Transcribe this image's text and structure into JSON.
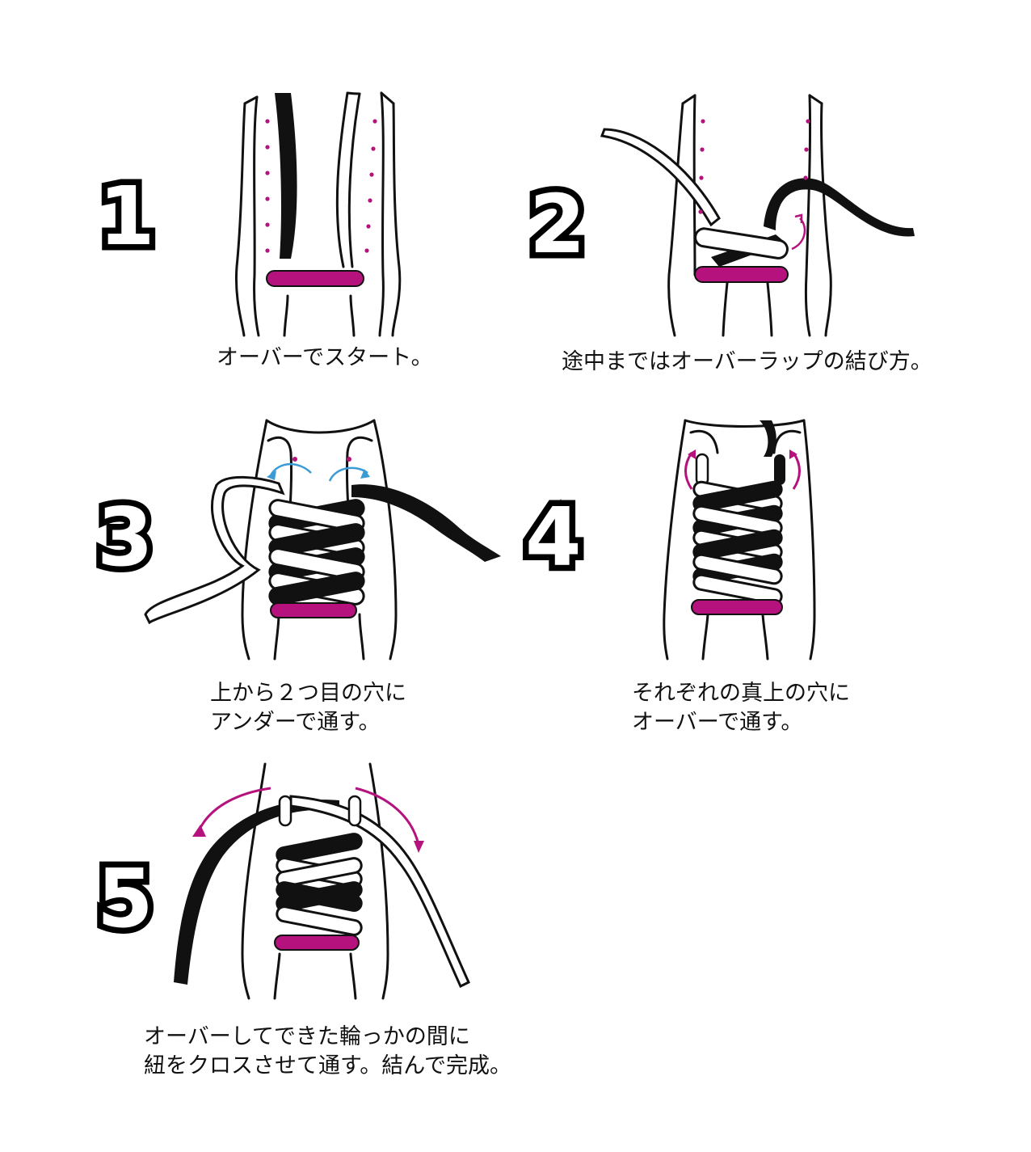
{
  "steps": [
    {
      "number": "1",
      "caption_lines": [
        "オーバーでスタート。"
      ]
    },
    {
      "number": "2",
      "caption_lines": [
        "途中まではオーバーラップの結び方。"
      ]
    },
    {
      "number": "3",
      "caption_lines": [
        "上から２つ目の穴に",
        "アンダーで通す。"
      ]
    },
    {
      "number": "4",
      "caption_lines": [
        "それぞれの真上の穴に",
        "オーバーで通す。"
      ]
    },
    {
      "number": "5",
      "caption_lines": [
        "オーバーしてできた輪っかの間に",
        "紐をクロスさせて通す。結んで完成。"
      ]
    }
  ],
  "colors": {
    "accent_magenta": "#b5127d",
    "arrow_blue": "#3b9bd4",
    "lace_black": "#111111",
    "lace_white": "#ffffff",
    "outline": "#111111"
  },
  "icons": [
    "first-step-bar-magenta",
    "curved-arrow-magenta",
    "curved-arrow-blue"
  ]
}
